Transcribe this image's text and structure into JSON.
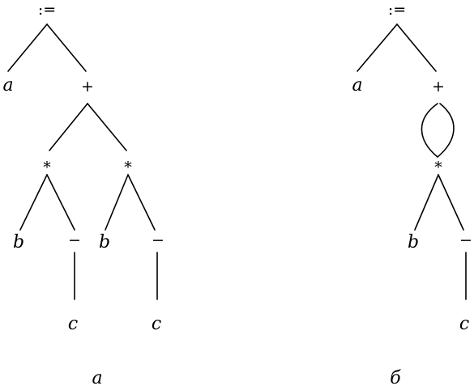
{
  "tree_a": {
    "root": ":=",
    "var_a": "a",
    "plus": "+",
    "mul_left": "*",
    "mul_right": "*",
    "b_left": "b",
    "minus_left": "−",
    "c_left": "c",
    "b_right": "b",
    "minus_right": "−",
    "c_right": "c",
    "caption": "a"
  },
  "tree_b": {
    "root": ":=",
    "var_a": "a",
    "plus": "+",
    "mul": "*",
    "b": "b",
    "minus": "−",
    "c": "c",
    "caption": "б"
  }
}
